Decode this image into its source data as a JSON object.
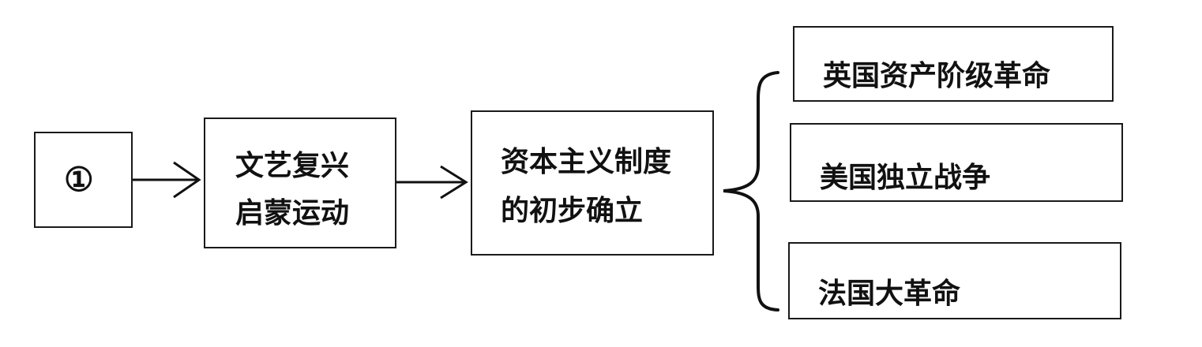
{
  "diagram": {
    "start_box": {
      "label": "①"
    },
    "box_renaissance": {
      "line1": "文艺复兴",
      "line2": "启蒙运动"
    },
    "box_capitalism": {
      "line1": "资本主义制度",
      "line2": "的初步确立"
    },
    "branches": [
      {
        "label": "英国资产阶级革命"
      },
      {
        "label": "美国独立战争"
      },
      {
        "label": "法国大革命"
      }
    ]
  }
}
